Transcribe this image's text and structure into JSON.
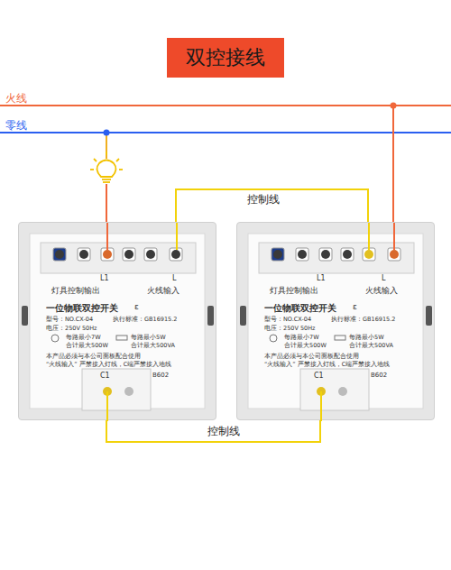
{
  "diagram": {
    "nodes": [
      {
        "text": [
          "双控接线"
        ]
      },
      {
        "text": [
          "L1",
          "L",
          "灯具控制输出",
          "火线输入",
          "一位物联双控开关",
          "ε",
          "型号：NO.CX-04",
          "执行标准：GB16915.2",
          "电压：250V 50Hz",
          "每路最小7W",
          "合计最大500W",
          "每路最小5W",
          "合计最大500VA",
          "本产品必须与本公司面板配合使用",
          "“火线输入” 严禁接入灯线，C端严禁接入地线",
          "C1",
          "B602"
        ]
      },
      {
        "text": [
          "L1",
          "L",
          "灯具控制输出",
          "火线输入",
          "一位物联双控开关",
          "ε",
          "型号：NO.CX-04",
          "执行标准：GB16915.2",
          "电压：250V 50Hz",
          "每路最小7W",
          "合计最大500W",
          "每路最小5W",
          "合计最大500VA",
          "本产品必须与本公司面板配合使用",
          "“火线输入” 严禁接入灯线，C端严禁接入地线",
          "C1",
          "B602"
        ]
      }
    ],
    "edges": [
      {
        "from": 1,
        "to": 2,
        "arrow": "none",
        "label": "控制线"
      },
      {
        "from": 1,
        "to": 2,
        "arrow": "none",
        "label": "控制线"
      }
    ],
    "labels": [
      "火线",
      "零线"
    ]
  }
}
